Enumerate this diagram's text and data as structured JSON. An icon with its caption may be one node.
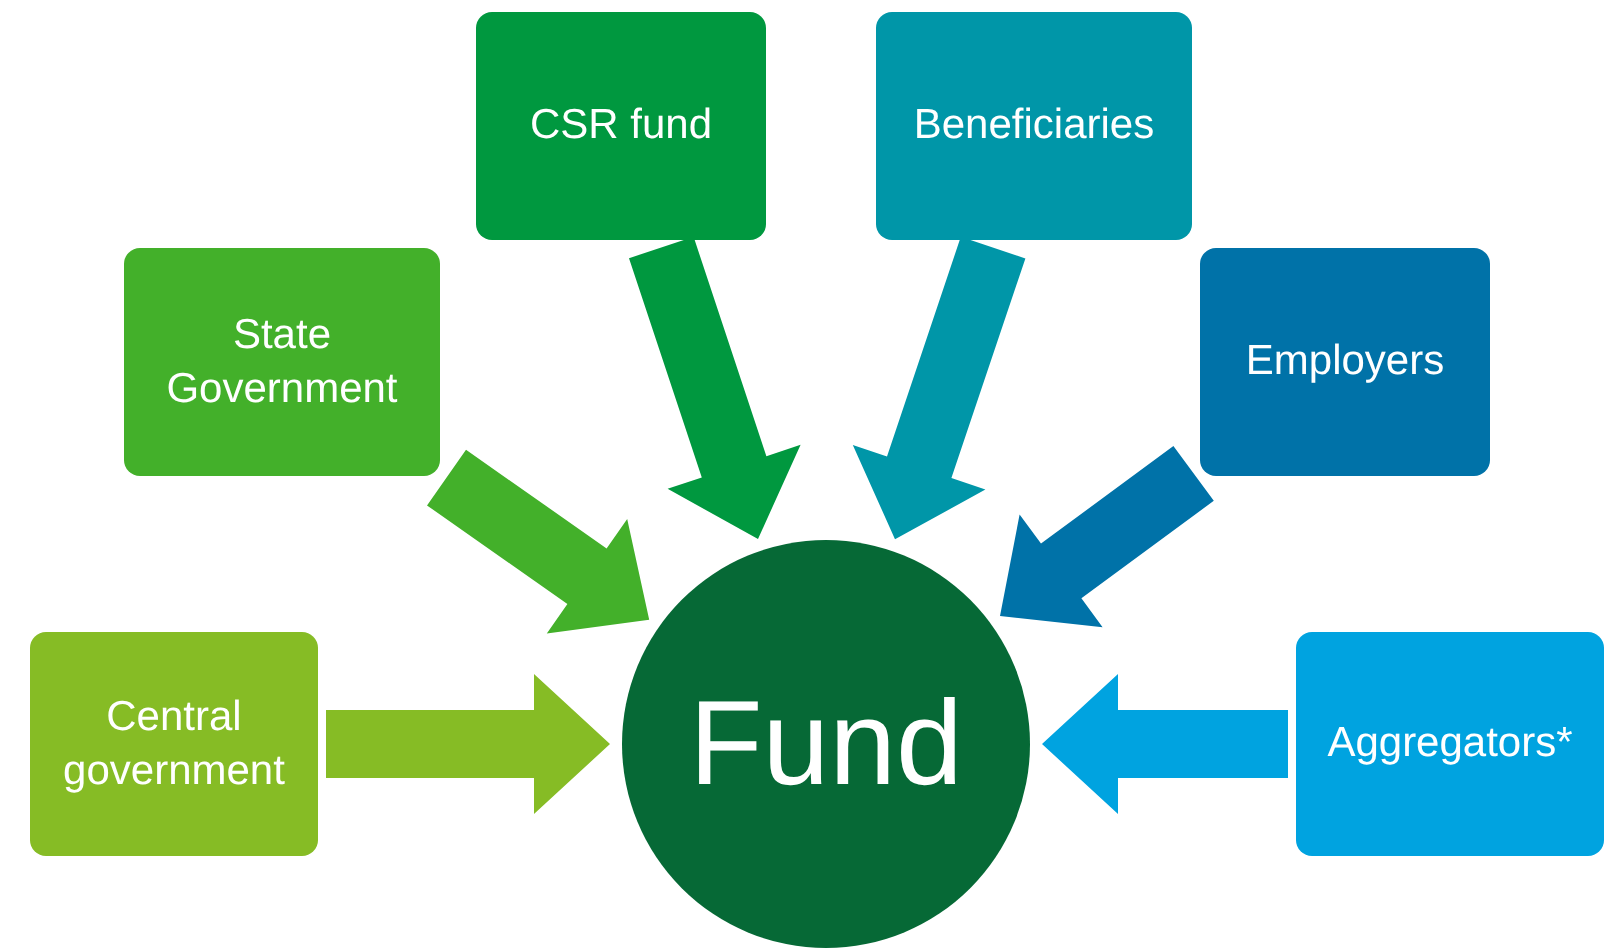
{
  "diagram": {
    "nodes": [
      {
        "text": [
          "Central government"
        ]
      },
      {
        "text": [
          "State Government"
        ]
      },
      {
        "text": [
          "CSR fund"
        ]
      },
      {
        "text": [
          "Beneficiaries"
        ]
      },
      {
        "text": [
          "Employers"
        ]
      },
      {
        "text": [
          "Aggregators*"
        ]
      },
      {
        "text": [
          "Fund"
        ]
      }
    ],
    "edges": [
      {
        "from": 0,
        "to": 6,
        "arrow": "to",
        "style": "thick",
        "color": "#86bc25"
      },
      {
        "from": 1,
        "to": 6,
        "arrow": "to",
        "style": "thick",
        "color": "#43b02a"
      },
      {
        "from": 2,
        "to": 6,
        "arrow": "to",
        "style": "thick",
        "color": "#00983f"
      },
      {
        "from": 3,
        "to": 6,
        "arrow": "to",
        "style": "thick",
        "color": "#0096a8"
      },
      {
        "from": 4,
        "to": 6,
        "arrow": "to",
        "style": "thick",
        "color": "#0072a8"
      },
      {
        "from": 5,
        "to": 6,
        "arrow": "to",
        "style": "thick",
        "color": "#00a3e0"
      }
    ]
  }
}
